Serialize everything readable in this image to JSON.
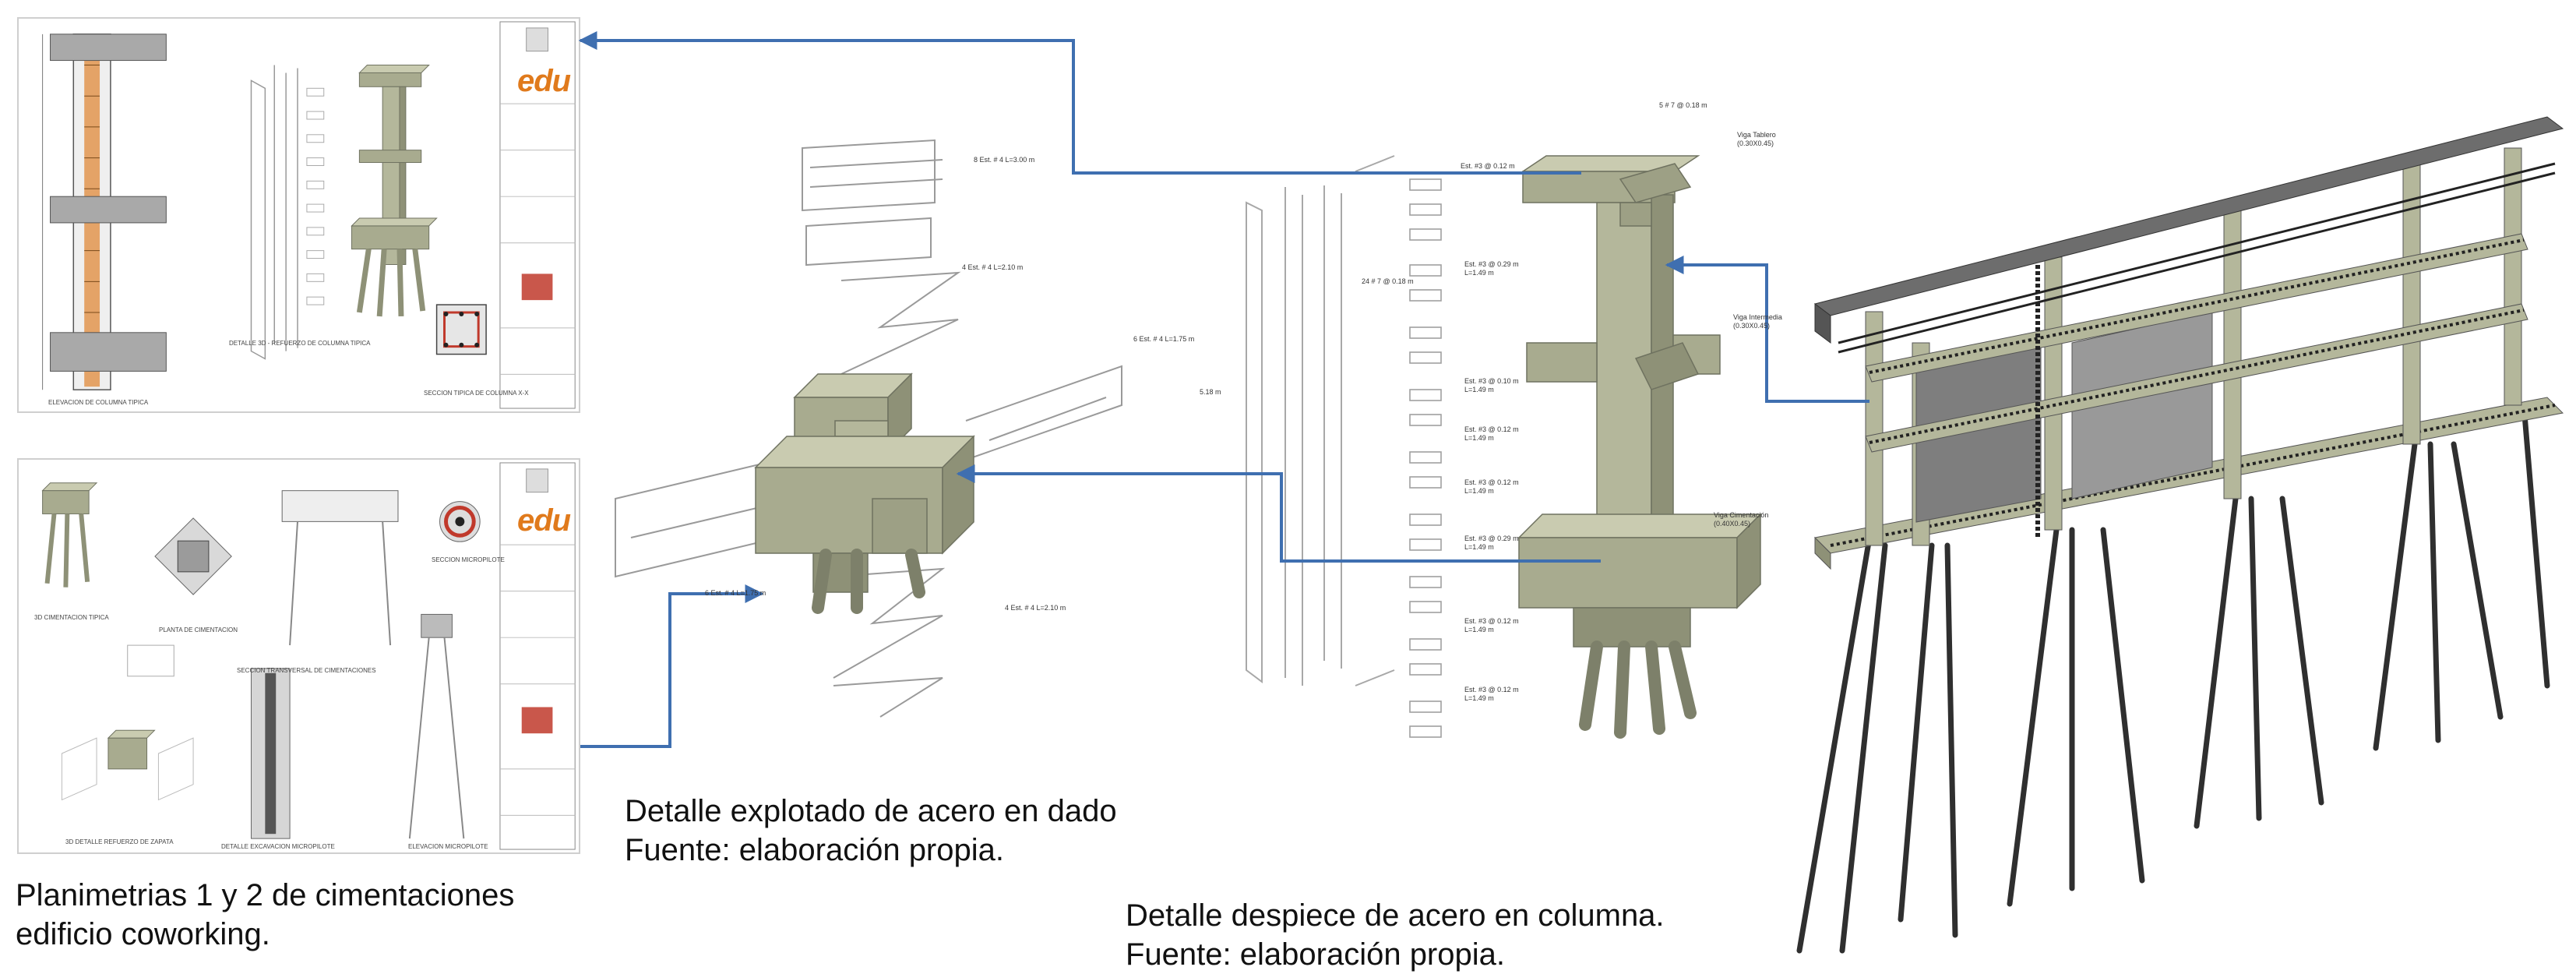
{
  "captions": {
    "planimetrias_line1": "Planimetrias 1 y 2 de cimentaciones",
    "planimetrias_line2": "edificio coworking.",
    "dado_line1": "Detalle explotado de acero en dado",
    "dado_line2": "Fuente: elaboración propia.",
    "columna_line1": "Detalle despiece de acero en columna.",
    "columna_line2": "Fuente: elaboración propia."
  },
  "sheet1": {
    "logo": "edu",
    "label_elevacion": "ELEVACION DE COLUMNA TIPICA",
    "label_detalle": "DETALLE 3D - REFUERZO DE COLUMNA TIPICA",
    "label_seccion": "SECCION TIPICA DE COLUMNA X-X"
  },
  "sheet2": {
    "logo": "edu",
    "label_3d": "3D CIMENTACION TIPICA",
    "label_planta": "PLANTA DE CIMENTACION",
    "label_seccion_trans": "SECCION TRANSVERSAL DE CIMENTACIONES",
    "label_seccion_micro": "SECCION MICROPILOTE",
    "label_detalle_dado": "3D DETALLE REFUERZO DE ZAPATA",
    "label_excavacion": "DETALLE EXCAVACION MICROPILOTE",
    "label_elev_micro": "ELEVACION MICROPILOTE"
  },
  "dado_annotations": {
    "a1": "8 Est. # 4 L=3.00 m",
    "a2": "4 Est. # 4 L=2.10 m",
    "a3": "6 Est. # 4 L=1.75 m",
    "a4": "6 Est. # 4 L=1.75 m",
    "a5": "4 Est. # 4 L=2.10 m"
  },
  "columna_annotations": {
    "top": "5 # 7 @ 0.18 m",
    "est1": "Est. #3 @ 0.12 m",
    "viga_tablero": "Viga Tablero (0.30X0.45)",
    "rebar_left": "24 # 7 @ 0.18 m",
    "est2": "Est. #3 @ 0.29 m L=1.49 m",
    "viga_intermedia": "Viga Intermedia (0.30X0.45)",
    "len_left": "5.18 m",
    "est3": "Est. #3 @ 0.10 m L=1.49 m",
    "est4": "Est. #3 @ 0.12 m L=1.49 m",
    "est5": "Est. #3 @ 0.12 m L=1.49 m",
    "viga_cimentacion": "Viga Cimentación (0.40X0.45)",
    "est6": "Est. #3 @ 0.29 m L=1.49 m",
    "est7": "Est. #3 @ 0.12 m L=1.49 m",
    "est8": "Est. #3 @ 0.12 m L=1.49 m"
  },
  "colors": {
    "arrow": "#3f6fb0",
    "concrete": "#b9bba0",
    "concrete_dark": "#8e9177",
    "steel": "#333333",
    "logo_orange": "#e07a1c",
    "title_block_red": "#c0392b"
  }
}
